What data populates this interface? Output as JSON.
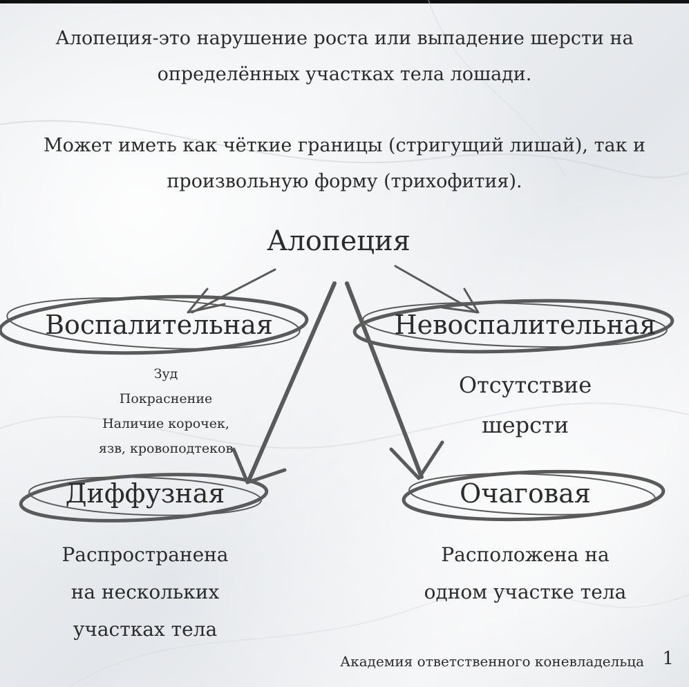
{
  "intro": {
    "line1": "Алопеция-это нарушение роста или выпадение шерсти на",
    "line2": "определённых участках тела лошади.",
    "line3": "Может иметь как чёткие границы (стригущий лишай), так и",
    "line4": "произвольную форму (трихофития)."
  },
  "diagram": {
    "root": "Алопеция",
    "inflammatory": {
      "label": "Воспалительная",
      "symptoms": [
        "Зуд",
        "Покраснение",
        "Наличие корочек,",
        "язв, кровоподтеков"
      ]
    },
    "non_inflammatory": {
      "label": "Невоспалительная",
      "description": [
        "Отсутствие",
        "шерсти"
      ]
    },
    "diffuse": {
      "label": "Диффузная",
      "description": [
        "Распространена",
        "на нескольких",
        "участках тела"
      ]
    },
    "focal": {
      "label": "Очаговая",
      "description": [
        "Расположена на",
        "одном участке тела"
      ]
    }
  },
  "footer": {
    "academy": "Академия ответственного коневладельца",
    "page": "1"
  },
  "colors": {
    "ink": "#2b2b2b",
    "stroke": "#5a5a5a",
    "top_bar": "#111111"
  }
}
